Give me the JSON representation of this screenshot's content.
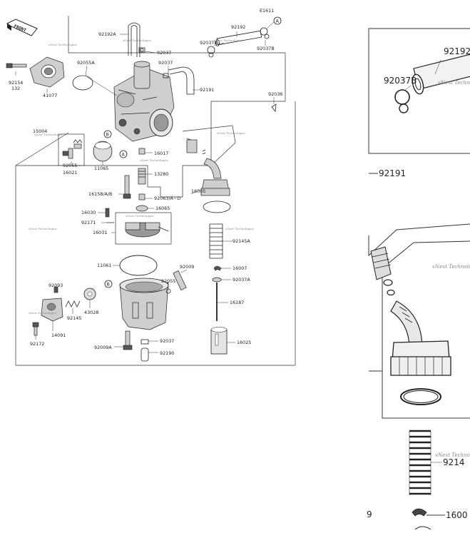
{
  "figure_code": "E1611",
  "front_label": "FRONT",
  "watermark": "vNext Technologies",
  "callouts": {
    "A": "A",
    "B": "B"
  },
  "main_parts": [
    {
      "id": "92192A",
      "label": "92192A"
    },
    {
      "id": "92037",
      "label": "92037"
    },
    {
      "id": "92037b",
      "label": "92037"
    },
    {
      "id": "92191",
      "label": "92191"
    },
    {
      "id": "92192",
      "label": "92192"
    },
    {
      "id": "92037B",
      "label": "92037B"
    },
    {
      "id": "92037Bb",
      "label": "92037B"
    },
    {
      "id": "92036",
      "label": "92036"
    },
    {
      "id": "92055A",
      "label": "92055A"
    },
    {
      "id": "92154",
      "label": "92154"
    },
    {
      "id": "132",
      "label": "132"
    },
    {
      "id": "41077",
      "label": "41077"
    },
    {
      "id": "15004",
      "label": "15004"
    },
    {
      "id": "92055",
      "label": "92055"
    },
    {
      "id": "16021",
      "label": "16021"
    },
    {
      "id": "11065",
      "label": "11065"
    },
    {
      "id": "16017",
      "label": "16017"
    },
    {
      "id": "13280",
      "label": "13280"
    },
    {
      "id": "16158",
      "label": "16158/A/B"
    },
    {
      "id": "92063",
      "label": "92063/A~D"
    },
    {
      "id": "16065",
      "label": "16065"
    },
    {
      "id": "16005",
      "label": "16005"
    },
    {
      "id": "16030",
      "label": "16030"
    },
    {
      "id": "92171",
      "label": "92171"
    },
    {
      "id": "16031",
      "label": "16031"
    },
    {
      "id": "92145A",
      "label": "92145A"
    },
    {
      "id": "11061",
      "label": "11061"
    },
    {
      "id": "16007",
      "label": "16007"
    },
    {
      "id": "92037A",
      "label": "92037A"
    },
    {
      "id": "92009",
      "label": "92009"
    },
    {
      "id": "92055b",
      "label": "92055"
    },
    {
      "id": "92093",
      "label": "92093"
    },
    {
      "id": "43028",
      "label": "43028"
    },
    {
      "id": "92145",
      "label": "92145"
    },
    {
      "id": "16187",
      "label": "16187"
    },
    {
      "id": "14091",
      "label": "14091"
    },
    {
      "id": "92172",
      "label": "92172"
    },
    {
      "id": "92009A",
      "label": "92009A"
    },
    {
      "id": "92037c",
      "label": "92037"
    },
    {
      "id": "92190",
      "label": "92190"
    },
    {
      "id": "16025",
      "label": "16025"
    }
  ],
  "zoom_parts": {
    "p92192": "92192",
    "p92037B": "92037B",
    "p92191": "92191",
    "p9214": "9214",
    "p9": "9",
    "p1600": "1600"
  }
}
